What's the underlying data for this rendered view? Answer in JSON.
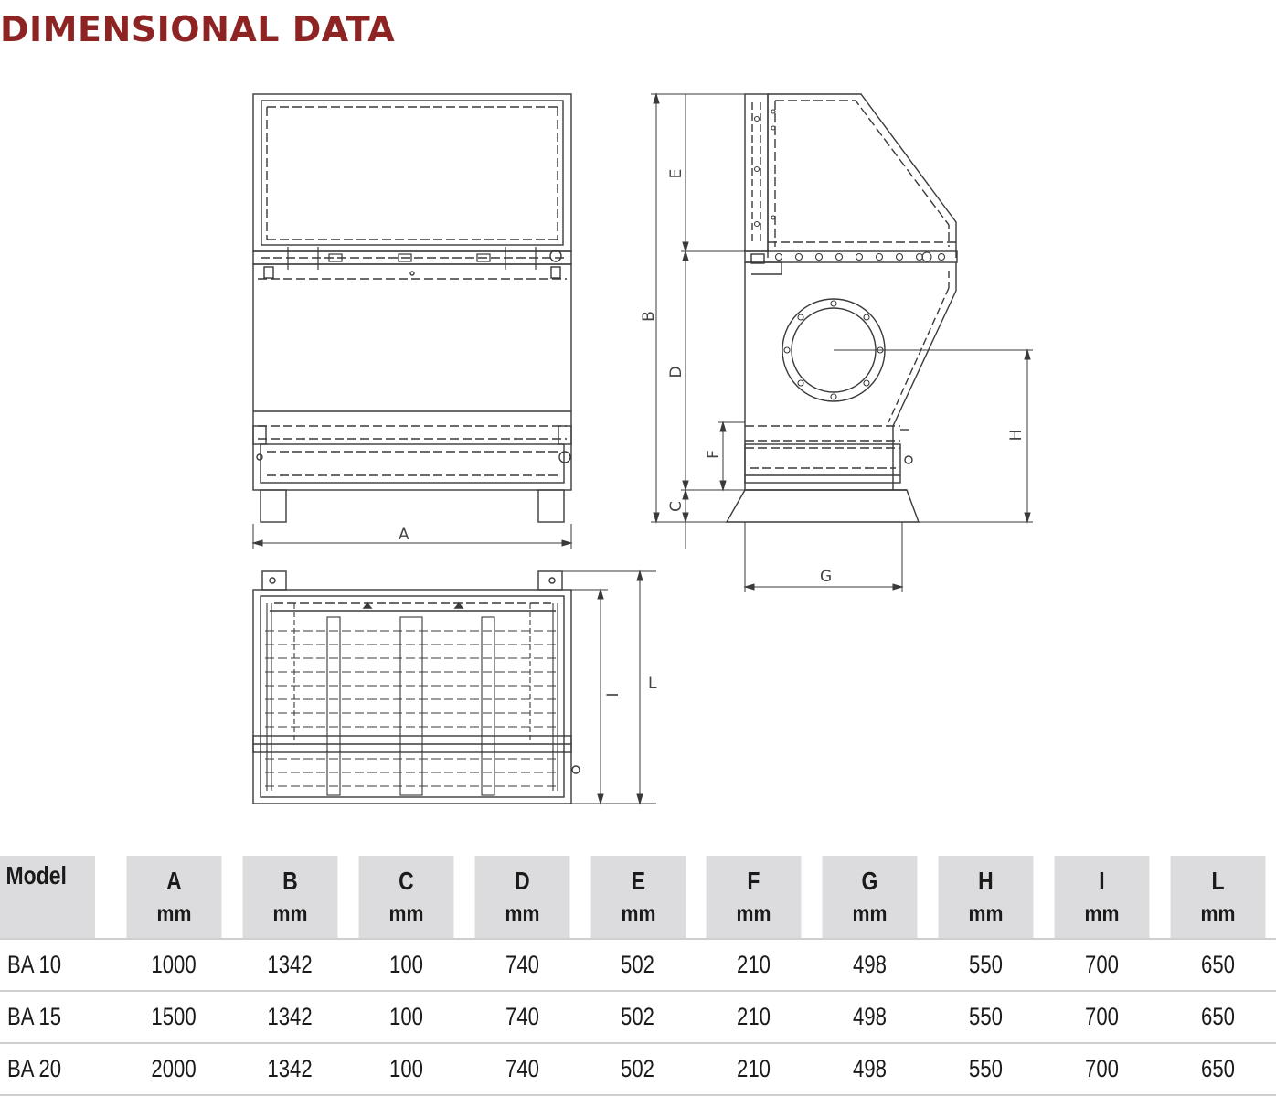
{
  "title": "DIMENSIONAL DATA",
  "drawing": {
    "labels": {
      "a": "A",
      "b": "B",
      "c": "C",
      "d": "D",
      "e": "E",
      "f": "F",
      "g": "G",
      "h": "H",
      "i": "I",
      "l": "L"
    },
    "line_color": "#3a3a3a"
  },
  "table": {
    "headers": [
      {
        "label": "Model",
        "unit": ""
      },
      {
        "label": "A",
        "unit": "mm"
      },
      {
        "label": "B",
        "unit": "mm"
      },
      {
        "label": "C",
        "unit": "mm"
      },
      {
        "label": "D",
        "unit": "mm"
      },
      {
        "label": "E",
        "unit": "mm"
      },
      {
        "label": "F",
        "unit": "mm"
      },
      {
        "label": "G",
        "unit": "mm"
      },
      {
        "label": "H",
        "unit": "mm"
      },
      {
        "label": "I",
        "unit": "mm"
      },
      {
        "label": "L",
        "unit": "mm"
      }
    ],
    "rows": [
      [
        "BA 10",
        "1000",
        "1342",
        "100",
        "740",
        "502",
        "210",
        "498",
        "550",
        "700",
        "650"
      ],
      [
        "BA 15",
        "1500",
        "1342",
        "100",
        "740",
        "502",
        "210",
        "498",
        "550",
        "700",
        "650"
      ],
      [
        "BA 20",
        "2000",
        "1342",
        "100",
        "740",
        "502",
        "210",
        "498",
        "550",
        "700",
        "650"
      ]
    ]
  },
  "colors": {
    "title": "#8e2324",
    "header_bg": "#dcdcde",
    "row_rule": "#cfcfcf"
  }
}
